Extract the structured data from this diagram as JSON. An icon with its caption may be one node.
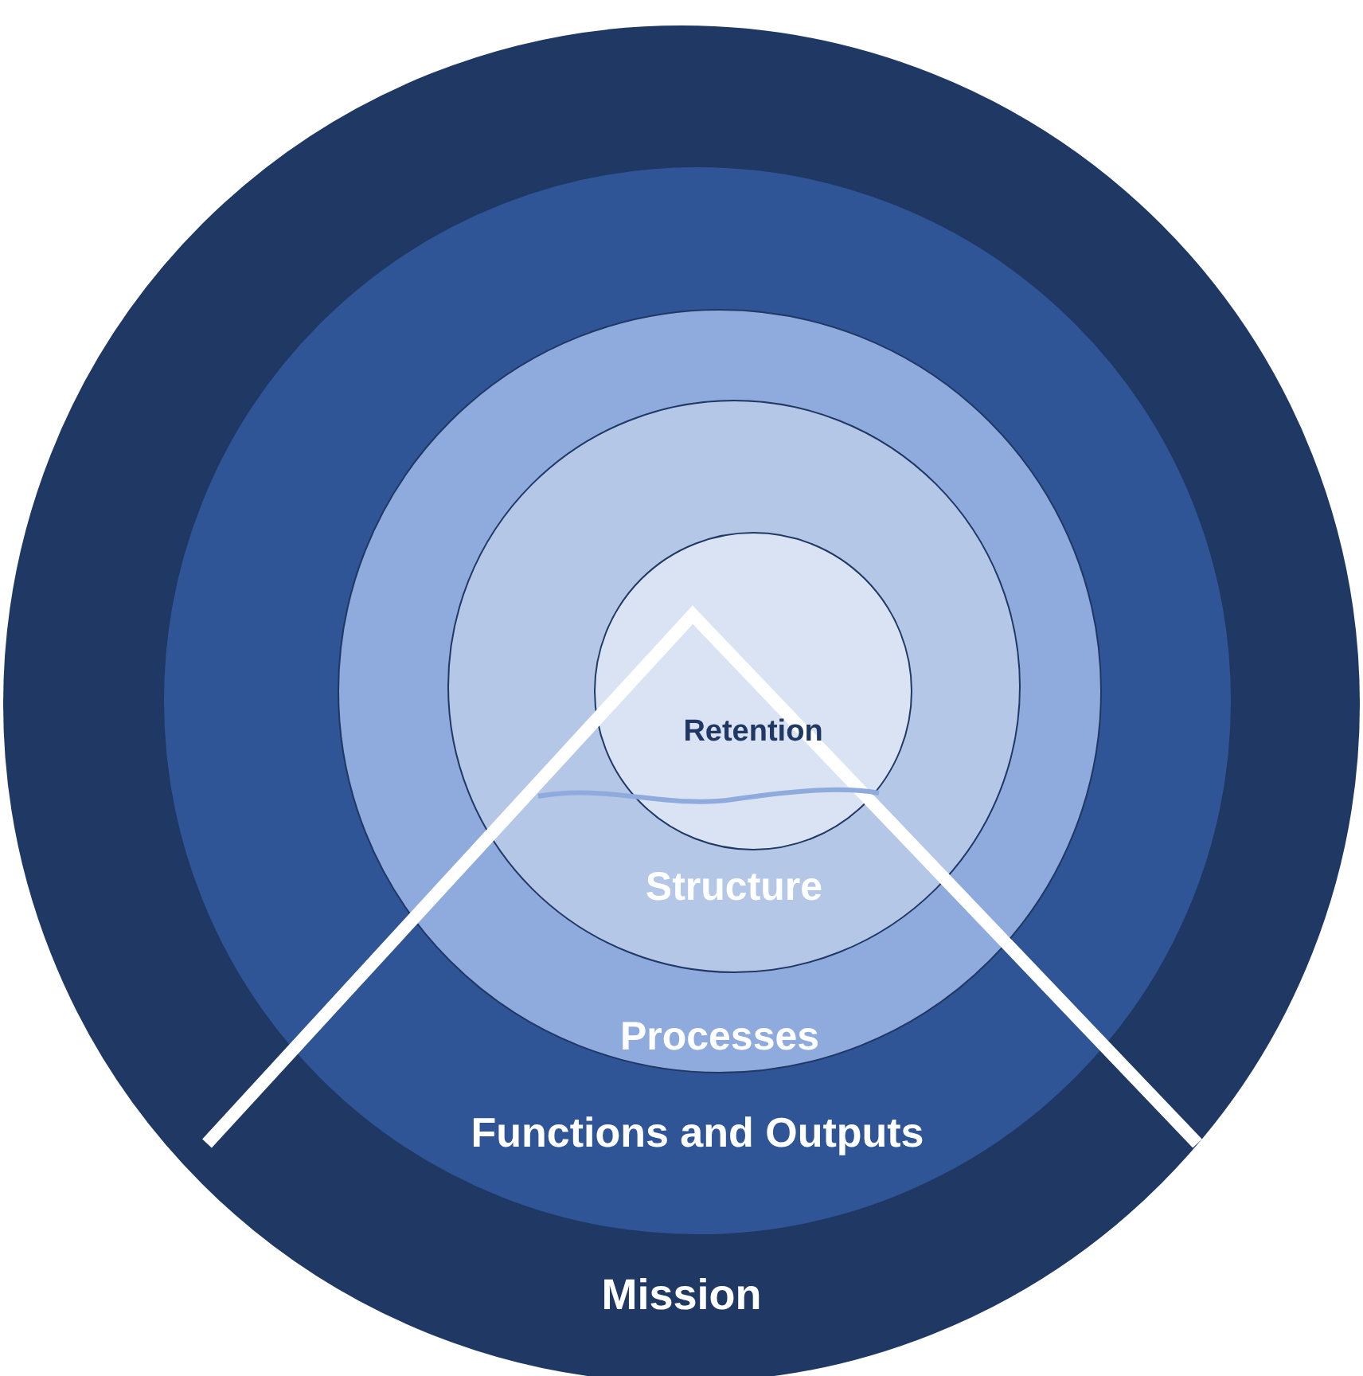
{
  "diagram": {
    "nodes": [
      {
        "text": [
          "Mission"
        ]
      },
      {
        "text": [
          "Functions and Outputs"
        ],
        "in": 0
      },
      {
        "text": [
          "Processes"
        ],
        "in": 1
      },
      {
        "text": [
          "Structure"
        ],
        "in": 2
      },
      {
        "text": [
          "Retention"
        ],
        "in": 3
      }
    ]
  }
}
